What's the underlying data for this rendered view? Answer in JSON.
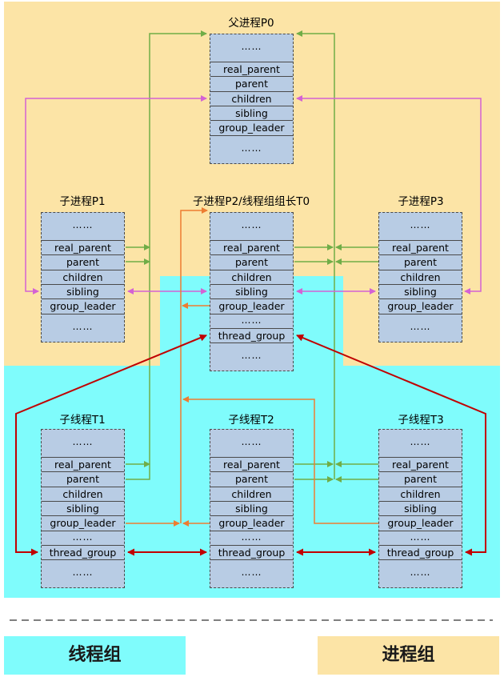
{
  "colors": {
    "process_group_bg": "#fce4a6",
    "thread_group_bg": "#7ffcfc",
    "block_bg": "#b8cce4",
    "arrow_green": "#70ad47",
    "arrow_magenta": "#d462d4",
    "arrow_orange": "#ed7d31",
    "arrow_darkred": "#c00000"
  },
  "blocks": {
    "p0": {
      "title": "父进程P0",
      "dots": "……",
      "fields": [
        "real_parent",
        "parent",
        "children",
        "sibling",
        "group_leader"
      ],
      "dots_bottom": "……"
    },
    "p1": {
      "title": "子进程P1",
      "dots": "……",
      "fields": [
        "real_parent",
        "parent",
        "children",
        "sibling",
        "group_leader"
      ],
      "dots_bottom": "……"
    },
    "p2": {
      "title": "子进程P2/线程组组长T0",
      "dots": "……",
      "fields": [
        "real_parent",
        "parent",
        "children",
        "sibling",
        "group_leader"
      ],
      "dots_mid": "……",
      "thread_group": "thread_group",
      "dots_bottom": "……"
    },
    "p3": {
      "title": "子进程P3",
      "dots": "……",
      "fields": [
        "real_parent",
        "parent",
        "children",
        "sibling",
        "group_leader"
      ],
      "dots_bottom": "……"
    },
    "t1": {
      "title": "子线程T1",
      "dots": "……",
      "fields": [
        "real_parent",
        "parent",
        "children",
        "sibling",
        "group_leader"
      ],
      "dots_mid": "……",
      "thread_group": "thread_group",
      "dots_bottom": "……"
    },
    "t2": {
      "title": "子线程T2",
      "dots": "……",
      "fields": [
        "real_parent",
        "parent",
        "children",
        "sibling",
        "group_leader"
      ],
      "dots_mid": "……",
      "thread_group": "thread_group",
      "dots_bottom": "……"
    },
    "t3": {
      "title": "子线程T3",
      "dots": "……",
      "fields": [
        "real_parent",
        "parent",
        "children",
        "sibling",
        "group_leader"
      ],
      "dots_mid": "……",
      "thread_group": "thread_group",
      "dots_bottom": "……"
    }
  },
  "legend": {
    "thread_group_label": "线程组",
    "process_group_label": "进程组"
  }
}
